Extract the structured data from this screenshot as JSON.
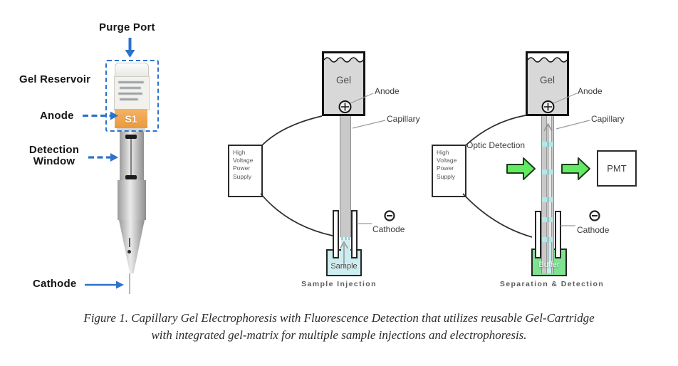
{
  "figure_caption": {
    "line1": "Figure 1. Capillary Gel Electrophoresis with Fluorescence Detection that utilizes reusable Gel-Cartridge",
    "line2": "with integrated gel-matrix for multiple sample injections and electrophoresis."
  },
  "cartridge": {
    "purge_port_label": "Purge Port",
    "gel_reservoir_label": "Gel Reservoir",
    "anode_label": "Anode",
    "detection_window_label": "Detection Window",
    "cathode_label": "Cathode",
    "vial_band_text": "S1"
  },
  "injection": {
    "caption": "Sample Injection",
    "gel": "Gel",
    "anode": "Anode",
    "capillary": "Capillary",
    "power_supply": "High Voltage Power Supply",
    "cathode": "Cathode",
    "vessel": "Sample"
  },
  "separation": {
    "caption": "Separation & Detection",
    "gel": "Gel",
    "anode": "Anode",
    "capillary": "Capillary",
    "optic_detection": "Optic Detection",
    "pmt": "PMT",
    "power_supply": "High Voltage Power Supply",
    "cathode": "Cathode",
    "vessel": "Buffer"
  },
  "icons": {
    "anode_symbol": "plus-in-circle",
    "cathode_symbol": "minus-in-circle",
    "flow_arrow": "green-right-block-arrow",
    "pointer_arrow": "blue-arrow"
  },
  "colors": {
    "accent_blue": "#2d72cc",
    "band_orange": "#eea14d",
    "arrow_green": "#62ea62",
    "buffer_green": "#7fe291",
    "sample_cyan": "#cdeef0",
    "gel_gray": "#d8d8d8"
  }
}
